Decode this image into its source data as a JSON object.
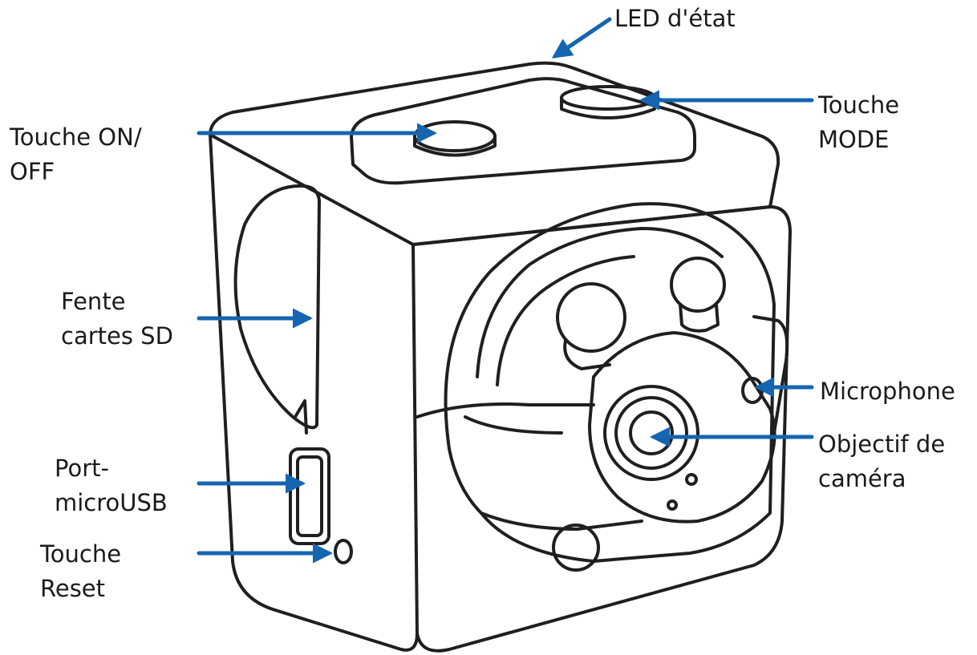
{
  "labels": {
    "led": [
      "LED d'état"
    ],
    "mode": [
      "Touche",
      "MODE"
    ],
    "onoff": [
      "Touche ON/",
      "OFF"
    ],
    "sd": [
      "Fente",
      "cartes SD"
    ],
    "usb": [
      "Port-",
      "microUSB"
    ],
    "reset": [
      "Touche",
      "Reset"
    ],
    "mic": [
      "Microphone"
    ],
    "lens": [
      "Objectif de",
      "caméra"
    ]
  },
  "colors": {
    "arrow": "#1565b0",
    "outline": "#1f1f1f",
    "text": "#1a1a1a",
    "background": "#ffffff"
  }
}
